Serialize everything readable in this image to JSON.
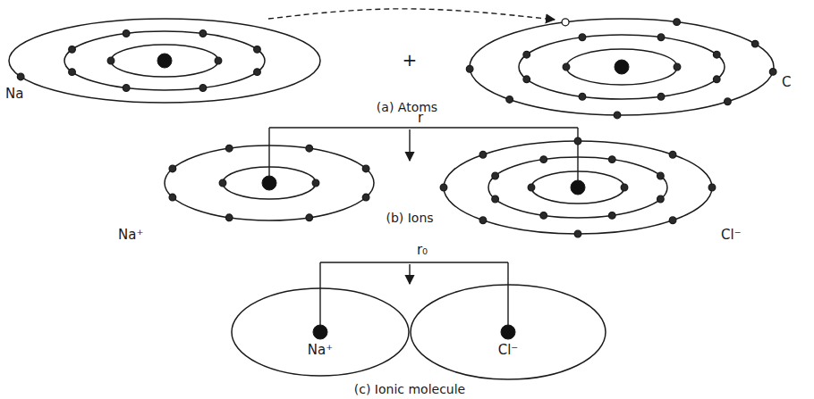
{
  "diagram": {
    "nodes": [
      {
        "text": [
          "Na⁺"
        ]
      },
      {
        "text": [
          "Cl⁻"
        ]
      }
    ],
    "labels": [
      "Na",
      "+",
      "C",
      "(a) Atoms",
      "r",
      "Na⁺",
      "(b) Ions",
      "Cl⁻",
      "r₀",
      "(c) Ionic molecule"
    ]
  }
}
